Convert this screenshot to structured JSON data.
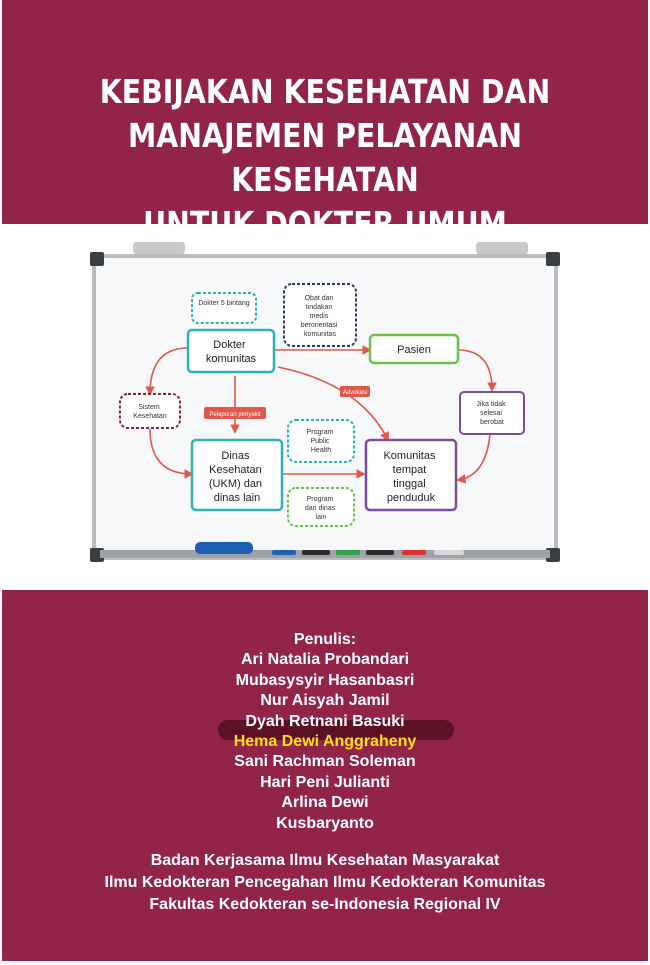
{
  "title": {
    "lines": [
      "KEBIJAKAN KESEHATAN DAN",
      "MANAJEMEN PELAYANAN KESEHATAN",
      "UNTUK DOKTER UMUM"
    ]
  },
  "diagram": {
    "nodes": {
      "dokter5": "Dokter 5 bintang",
      "obat": [
        "Obat dan",
        "tindakan",
        "medis",
        "berorientasi",
        "komunitas"
      ],
      "dokter_komunitas": [
        "Dokter",
        "komunitas"
      ],
      "pasien": "Pasien",
      "sistem": [
        "Sistem",
        "Kesehatan"
      ],
      "pelaporan": "Pelaporan penyakit",
      "advokasi": "Advokasi",
      "jika": [
        "Jika tidak",
        "selesai",
        "berobat"
      ],
      "program_ph": [
        "Program",
        "Public",
        "Health"
      ],
      "dinas": [
        "Dinas",
        "Kesehatan",
        "(UKM) dan",
        "dinas lain"
      ],
      "komunitas": [
        "Komunitas",
        "tempat",
        "tinggal",
        "penduduk"
      ],
      "program_dinas": [
        "Program",
        "dari dinas",
        "lain"
      ]
    },
    "colors": {
      "teal": "#2bb3b1",
      "green": "#6cc04a",
      "purple": "#7a4d9c",
      "navy": "#2e3470",
      "red": "#e2574c",
      "maroon": "#8b1f3e"
    }
  },
  "authors": {
    "label": "Penulis:",
    "names": [
      "Ari Natalia Probandari",
      "Mubasysyir Hasanbasri",
      "Nur Aisyah Jamil",
      "Dyah Retnani Basuki",
      "Hema Dewi Anggraheny",
      "Sani Rachman Soleman",
      "Hari Peni Julianti",
      "Arlina Dewi",
      "Kusbaryanto"
    ]
  },
  "publisher": {
    "lines": [
      "Badan Kerjasama Ilmu Kesehatan Masyarakat",
      "Ilmu Kedokteran Pencegahan Ilmu Kedokteran Komunitas",
      "Fakultas Kedokteran se-Indonesia Regional IV"
    ]
  },
  "colors": {
    "band": "#92244a",
    "highlight_text": "#ffe11c"
  }
}
